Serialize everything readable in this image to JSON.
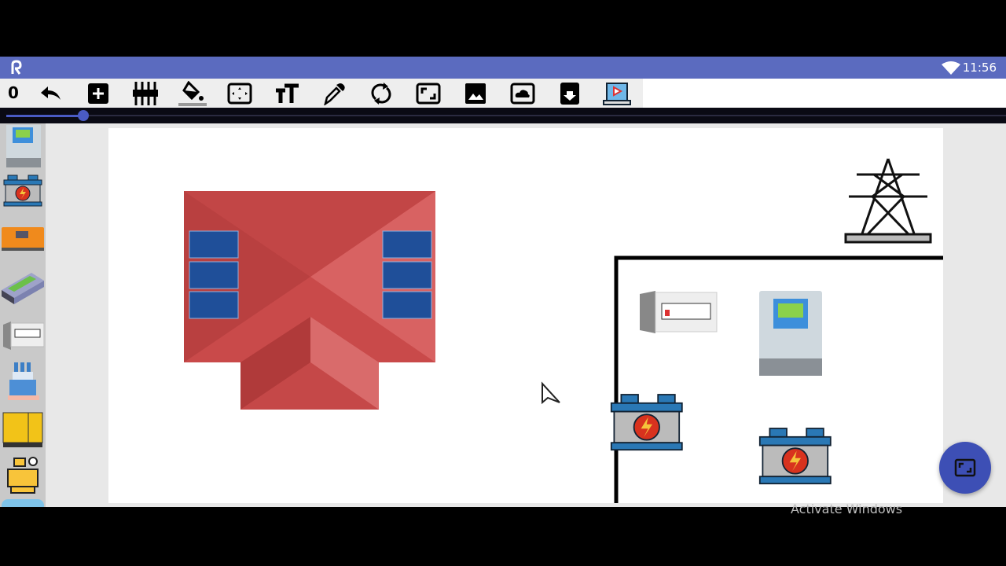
{
  "status_bar": {
    "time": "11:56",
    "app_icon": "paint-app-icon",
    "wifi_icon": "wifi-icon",
    "battery_icon": "battery-icon"
  },
  "toolbar": {
    "counter": "0",
    "tools": [
      "undo-icon",
      "add-icon",
      "equalizer-icon",
      "fill-bucket-icon",
      "select-area-icon",
      "text-size-icon",
      "eyedropper-icon",
      "rotate-icon",
      "resize-icon",
      "image-icon",
      "cloud-icon",
      "download-icon",
      "tutorial-icon"
    ],
    "active_tool": "fill-bucket-icon"
  },
  "slider": {
    "value_percent": 8,
    "color": "#4a5bc4"
  },
  "sidebar": {
    "items": [
      "charge-controller",
      "battery",
      "solar-charge-controller",
      "inverter",
      "breaker-panel",
      "transformer",
      "generator",
      "pump",
      "more"
    ]
  },
  "canvas": {
    "roof_color": "#c94a4a",
    "panel_color": "#1f4f99"
  },
  "fab": {
    "icon": "fullscreen-icon",
    "color": "#3d4fb5"
  },
  "watermark": "Activate Windows"
}
